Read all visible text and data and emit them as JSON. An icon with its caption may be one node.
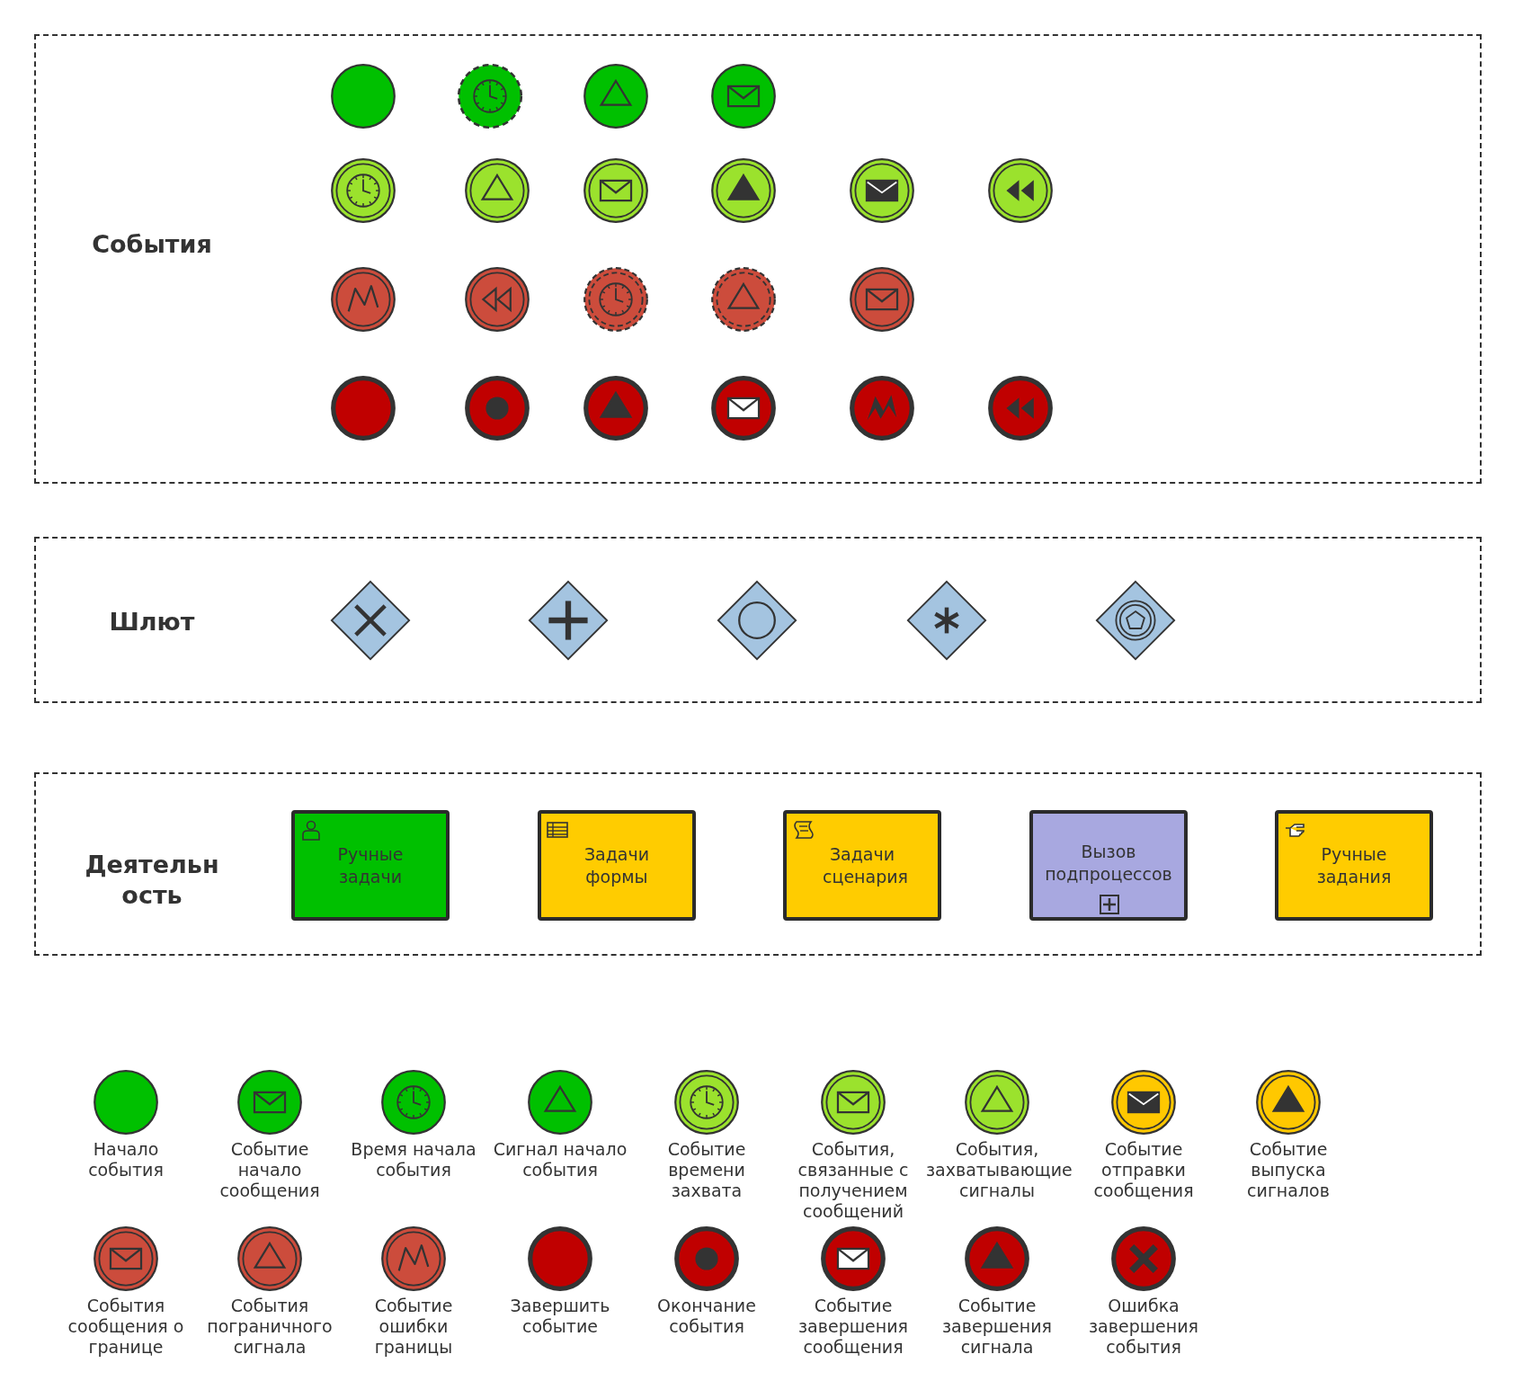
{
  "diagram": {
    "nodes": [
      {
        "text": [
          "События"
        ]
      },
      {
        "text": [],
        "shape": "circle",
        "in": 0
      },
      {
        "text": [],
        "shape": "circle",
        "in": 0
      },
      {
        "text": [],
        "shape": "circle",
        "in": 0
      },
      {
        "text": [],
        "shape": "circle",
        "in": 0
      },
      {
        "text": [],
        "shape": "circle",
        "in": 0
      },
      {
        "text": [],
        "shape": "circle",
        "in": 0
      },
      {
        "text": [],
        "shape": "circle",
        "in": 0
      },
      {
        "text": [],
        "shape": "circle",
        "in": 0
      },
      {
        "text": [],
        "shape": "circle",
        "in": 0
      },
      {
        "text": [],
        "shape": "circle",
        "in": 0
      },
      {
        "text": [],
        "shape": "circle",
        "in": 0
      },
      {
        "text": [],
        "shape": "circle",
        "in": 0
      },
      {
        "text": [],
        "shape": "circle",
        "in": 0
      },
      {
        "text": [],
        "shape": "circle",
        "in": 0
      },
      {
        "text": [],
        "shape": "circle",
        "in": 0
      },
      {
        "text": [],
        "shape": "circle",
        "in": 0
      },
      {
        "text": [],
        "shape": "circle",
        "in": 0
      },
      {
        "text": [],
        "shape": "circle",
        "in": 0
      },
      {
        "text": [],
        "shape": "circle",
        "in": 0
      },
      {
        "text": [],
        "shape": "circle",
        "in": 0
      },
      {
        "text": [],
        "shape": "circle",
        "in": 0
      },
      {
        "text": [
          "Шлют"
        ]
      },
      {
        "text": [],
        "shape": "diamond",
        "in": 22
      },
      {
        "text": [],
        "shape": "diamond",
        "in": 22
      },
      {
        "text": [],
        "shape": "diamond",
        "in": 22
      },
      {
        "text": [],
        "shape": "diamond",
        "in": 22
      },
      {
        "text": [],
        "shape": "diamond",
        "in": 22
      },
      {
        "text": [
          "Деятельность"
        ]
      },
      {
        "text": [
          "Ручные задачи"
        ],
        "in": 28
      },
      {
        "text": [
          "Задачи формы"
        ],
        "in": 28
      },
      {
        "text": [
          "Задачи сценария"
        ],
        "in": 28
      },
      {
        "text": [
          "Вызов подпроцессов"
        ],
        "in": 28
      },
      {
        "text": [
          "Ручные задания"
        ],
        "in": 28
      },
      {
        "text": [
          "Начало события"
        ]
      },
      {
        "text": [
          "Событие начало сообщения"
        ]
      },
      {
        "text": [
          "Время начала события"
        ]
      },
      {
        "text": [
          "Сигнал начало события"
        ]
      },
      {
        "text": [
          "Событие времени захвата"
        ]
      },
      {
        "text": [
          "События, связанные с получением сообщений"
        ]
      },
      {
        "text": [
          "События, захватывающие сигналы"
        ]
      },
      {
        "text": [
          "Событие отправки сообщения"
        ]
      },
      {
        "text": [
          "Событие выпуска сигналов"
        ]
      },
      {
        "text": [
          "События сообщения о границе"
        ]
      },
      {
        "text": [
          "События пограничного сигнала"
        ]
      },
      {
        "text": [
          "Событие ошибки границы"
        ]
      },
      {
        "text": [
          "Завершить событие"
        ]
      },
      {
        "text": [
          "Окончание события"
        ]
      },
      {
        "text": [
          "Событие завершения сообщения"
        ]
      },
      {
        "text": [
          "Событие завершения сигнала"
        ]
      },
      {
        "text": [
          "Ошибка завершения события"
        ]
      }
    ]
  }
}
